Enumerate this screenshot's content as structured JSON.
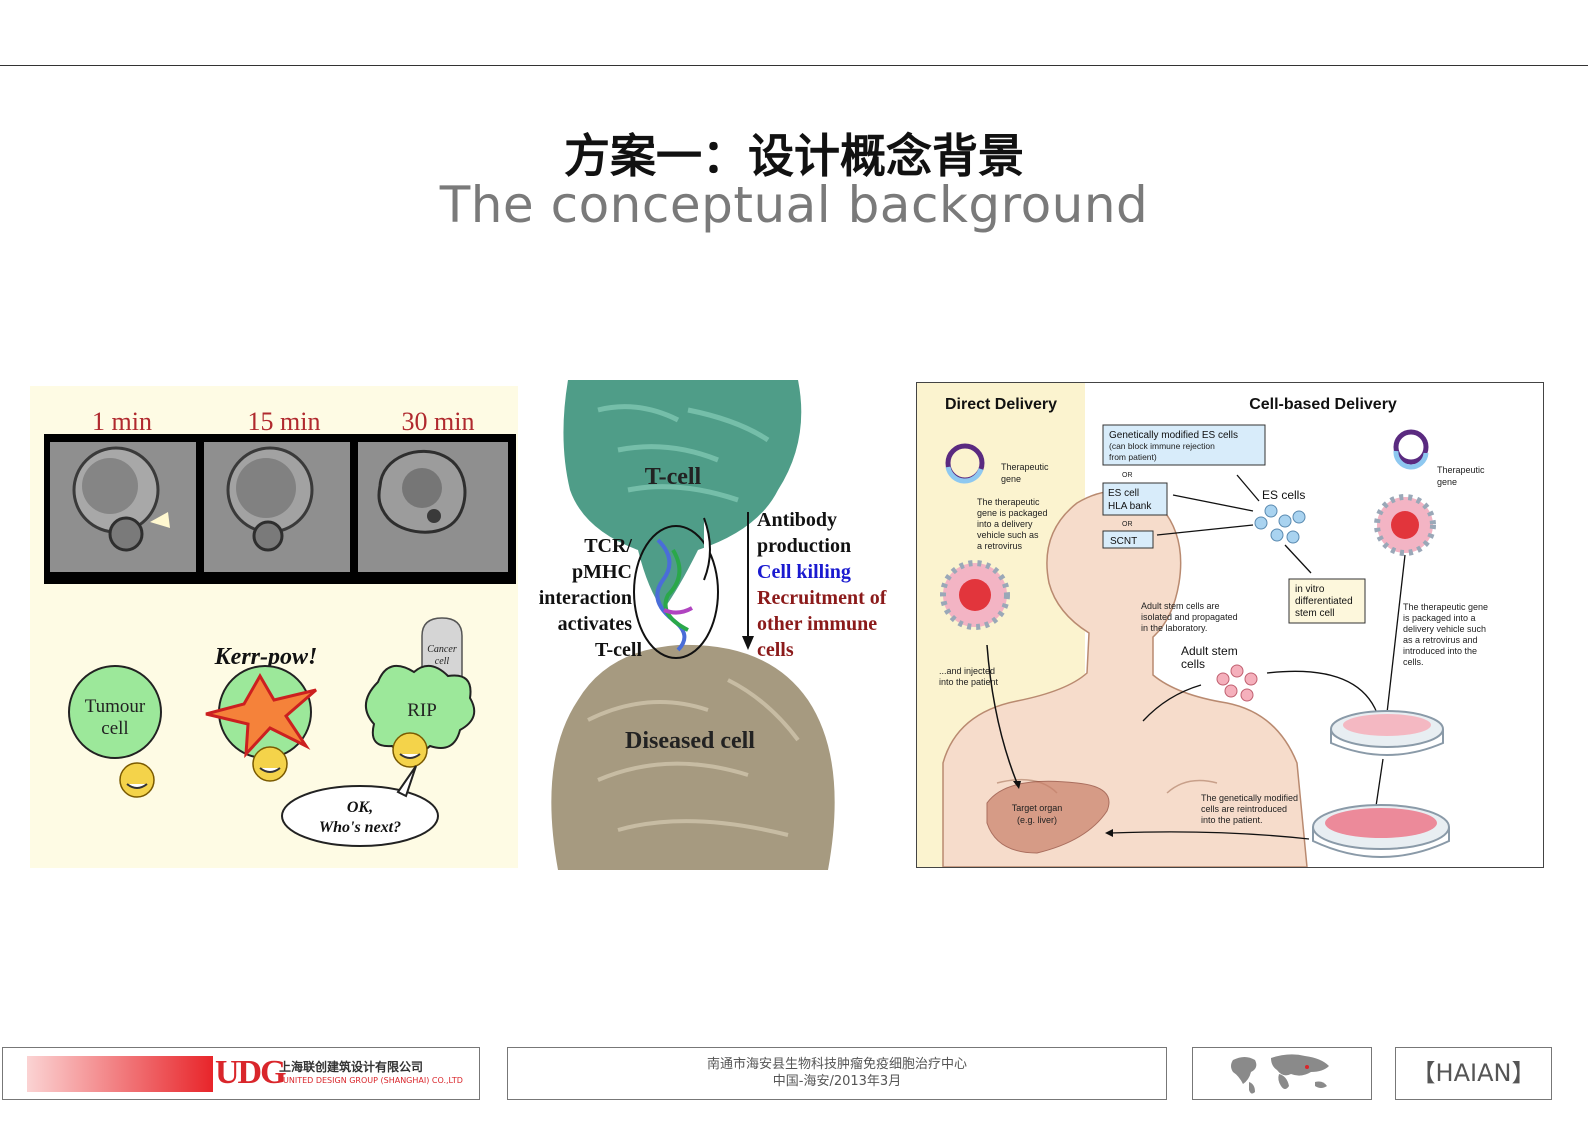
{
  "header": {
    "title_cn": "方案一：设计概念背景",
    "title_en": "The conceptual background"
  },
  "panel_left": {
    "time_labels": [
      "1 min",
      "15 min",
      "30 min"
    ],
    "kerrpow": "Kerr-pow!",
    "tumour": "Tumour",
    "cell": "cell",
    "rip": "RIP",
    "tomb_line1": "Cancer",
    "tomb_line2": "cell",
    "bubble_line1": "OK,",
    "bubble_line2": "Who's next?"
  },
  "panel_middle": {
    "tcell": "T-cell",
    "diseased": "Diseased cell",
    "left_lines": [
      "TCR/",
      "pMHC",
      "interaction",
      "activates",
      "T-cell"
    ],
    "right_lines": [
      "Antibody",
      "production",
      "Cell killing",
      "Recruitment of",
      "other immune",
      "cells"
    ],
    "colors": {
      "tcell": "#4f9d88",
      "diseased": "#a69a80",
      "killing": "#1a1ad0",
      "recruit": "#8b1a1a"
    }
  },
  "panel_right": {
    "direct_title": "Direct Delivery",
    "cell_title": "Cell-based Delivery",
    "therapeutic_gene_1": [
      "Therapeutic",
      "gene"
    ],
    "therapeutic_gene_2": [
      "Therapeutic",
      "gene"
    ],
    "packaged_text": [
      "The therapeutic",
      "gene is packaged",
      "into a delivery",
      "vehicle such as",
      "a retrovirus"
    ],
    "injected_text": [
      "...and injected",
      "into the patient"
    ],
    "es_box": [
      "Genetically modified ES cells",
      "(can block immune rejection",
      "from patient)"
    ],
    "or": "OR",
    "hla_box": [
      "ES cell",
      "HLA bank"
    ],
    "scnt": "SCNT",
    "es_cells": "ES cells",
    "invitro_box": [
      "in vitro",
      "differentiated",
      "stem cell"
    ],
    "adult_isolated": [
      "Adult stem cells are",
      "isolated and propagated",
      "in the laboratory."
    ],
    "adult_stem": [
      "Adult stem",
      "cells"
    ],
    "packaged_right": [
      "The therapeutic gene",
      "is packaged into a",
      "delivery vehicle such",
      "as a retrovirus and",
      "introduced into the",
      "cells."
    ],
    "reintroduced": [
      "The genetically modified",
      "cells are reintroduced",
      "into the patient."
    ],
    "target_organ": [
      "Target organ",
      "(e.g. liver)"
    ],
    "colors": {
      "direct_bg": "#fbf3cf",
      "box_fill": "#d8ecfa",
      "invitro_fill": "#fdf7dc"
    }
  },
  "footer": {
    "udg": "UDG",
    "company_cn": "上海联创建筑设计有限公司",
    "company_en": "UNITED DESIGN GROUP (SHANGHAI) CO.,LTD",
    "project": "南通市海安县生物科技肿瘤免疫细胞治疗中心",
    "location_date": "中国-海安/2013年3月",
    "tag": "【HAIAN】"
  }
}
